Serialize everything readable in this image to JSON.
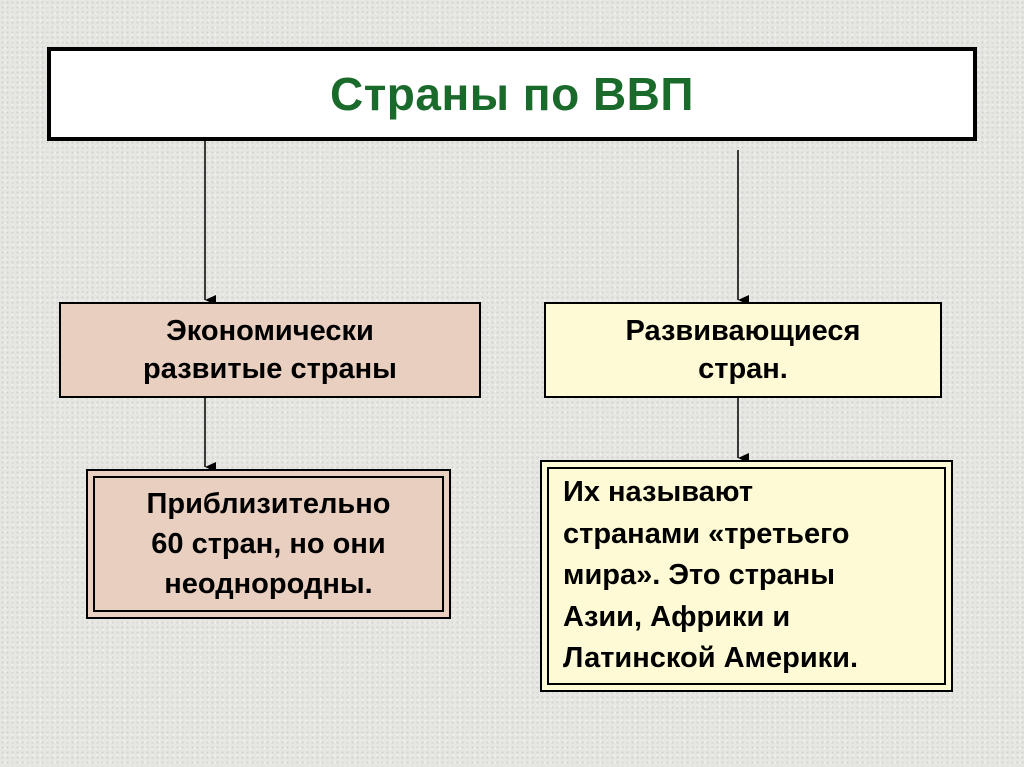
{
  "title": "Страны по ВВП",
  "categories": [
    {
      "label": "Экономически\nразвитые страны",
      "detail": "Приблизительно\n60 стран, но они\nнеоднородны."
    },
    {
      "label": "Развивающиеся\nстран.",
      "detail": "Их называют\nстранами «третьего\nмира». Это страны\nАзии, Африки и\nЛатинской Америки."
    }
  ],
  "colors": {
    "title_text": "#1a6b2b",
    "left_fill": "#e8cfc0",
    "right_fill": "#fffad6"
  }
}
